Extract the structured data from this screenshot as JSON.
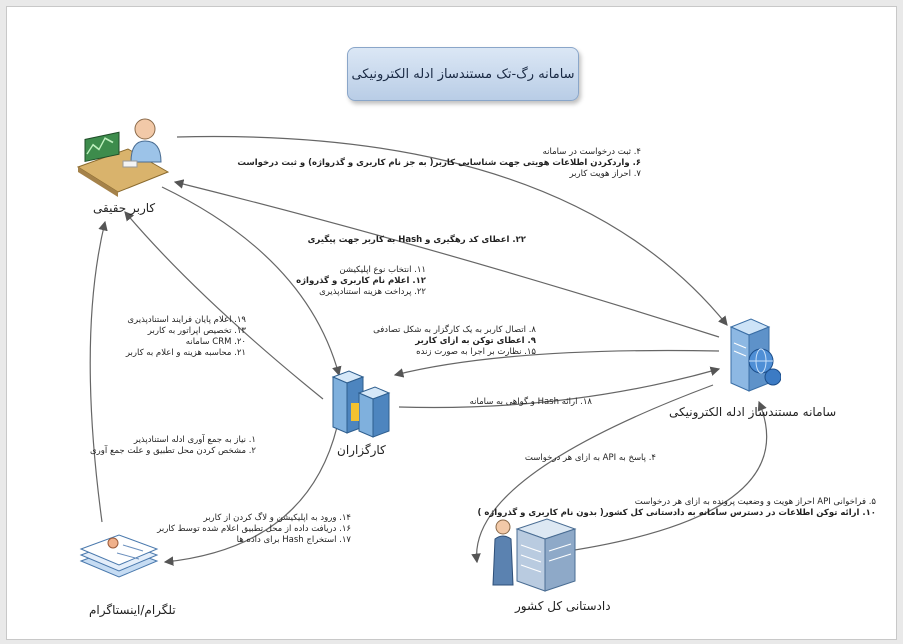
{
  "title": "سامانه رگ-تک مستندساز ادله الکترونیکی",
  "nodes": {
    "real_user": "کاربر حقیقی",
    "system": "سامانه مستندساز ادله الکترونیکی",
    "agents": "کارگزاران",
    "telegram": "تلگرام/اینستاگرام",
    "judiciary": "دادستانی کل کشور"
  },
  "edges": {
    "user_system": [
      "۴. ثبت درخواست در سامانه",
      "۶. واردکردن اطلاعات هویتی جهت شناسایی کاربر( به جز نام کاربری و گذرواژه) و ثبت درخواست",
      "۷. احراز هویت کاربر"
    ],
    "system_user": [
      "۲۲. اعطای کد رهگیری و Hash به کاربر جهت پیگیری"
    ],
    "user_agents": [
      "۱۱. انتخاب نوع اپلیکیشن",
      "۱۲. اعلام نام کاربری و گذرواژه",
      "۲۲. پرداخت هزینه استنادپذیری"
    ],
    "agents_user": [
      "۱۹. اعلام پایان فرایند استنادپذیری",
      "۱۳. تخصیص اپراتور به کاربر",
      "۲۰. CRM سامانه",
      "۲۱. محاسبه هزینه و اعلام به کاربر"
    ],
    "system_agents": [
      "۸. اتصال کاربر به یک کارگزار به شکل تصادفی",
      "۹. اعطای توکن به ازای کاربر",
      "۱۵. نظارت بر اجرا به صورت زنده"
    ],
    "agents_system": [
      "۱۸. ارائه Hash و گواهی به سامانه"
    ],
    "telegram_user": [
      "۱. نیاز به جمع آوری ادله استنادپذیر",
      "۲. مشخص کردن محل تطبیق و علت جمع آوری"
    ],
    "agents_telegram": [
      "۱۴. ورود به اپلیکیشن و لاگ کردن از کاربر",
      "۱۶. دریافت داده از محل تطبیق اعلام شده توسط کاربر",
      "۱۷. استخراج Hash برای داده ها"
    ],
    "system_judiciary": [
      "۴. پاسخ به API به ازای هر درخواست"
    ],
    "judiciary_system": [
      "۵. فراخوانی API احراز هویت و وضعیت پرونده به ازای هر درخواست",
      "۱۰. ارائه توکن اطلاعات در دسترس سامانه به دادستانی کل کشور( بدون نام کاربری و گذرواژه )"
    ]
  },
  "colors": {
    "line": "#555555",
    "title_text": "#1a2a44"
  }
}
